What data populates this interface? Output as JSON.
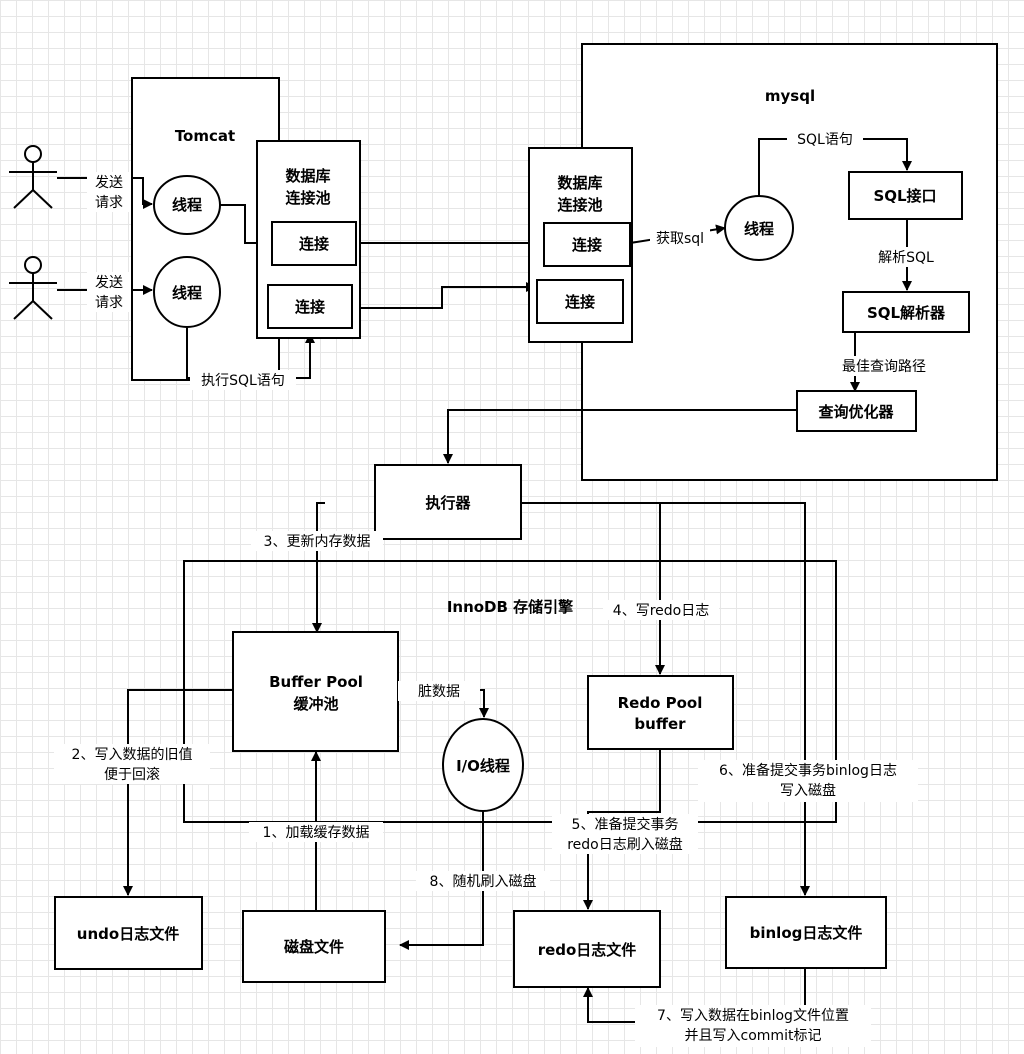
{
  "nodes": {
    "tomcat_title": "Tomcat",
    "mysql_title": "mysql",
    "pool1_line1": "数据库",
    "pool1_line2": "连接池",
    "pool2_line1": "数据库",
    "pool2_line2": "连接池",
    "thread1": "线程",
    "thread2": "线程",
    "thread_mysql": "线程",
    "conn1": "连接",
    "conn2": "连接",
    "conn3": "连接",
    "conn4": "连接",
    "sql_interface": "SQL接口",
    "sql_parser": "SQL解析器",
    "query_optimizer": "查询优化器",
    "executor": "执行器",
    "innodb_title": "InnoDB 存储引擎",
    "buffer_pool_line1": "Buffer Pool",
    "buffer_pool_line2": "缓冲池",
    "redo_buffer_line1": "Redo Pool",
    "redo_buffer_line2": "buffer",
    "io_thread": "I/O线程",
    "undo_file": "undo日志文件",
    "disk_file": "磁盘文件",
    "redo_file": "redo日志文件",
    "binlog_file": "binlog日志文件"
  },
  "edges": {
    "send1_line1": "发送",
    "send1_line2": "请求",
    "send2_line1": "发送",
    "send2_line2": "请求",
    "exec_sql": "执行SQL语句",
    "get_sql": "获取sql",
    "sql_stmt": "SQL语句",
    "parse_sql": "解析SQL",
    "best_path": "最佳查询路径",
    "step1": "1、加载缓存数据",
    "step2_line1": "2、写入数据的旧值",
    "step2_line2": "便于回滚",
    "step3": "3、更新内存数据",
    "step4": "4、写redo日志",
    "step5_line1": "5、准备提交事务",
    "step5_line2": "redo日志刷入磁盘",
    "step6_line1": "6、准备提交事务binlog日志",
    "step6_line2": "写入磁盘",
    "step7_line1": "7、写入数据在binlog文件位置",
    "step7_line2": "并且写入commit标记",
    "step8": "8、随机刷入磁盘",
    "dirty_data": "脏数据"
  }
}
